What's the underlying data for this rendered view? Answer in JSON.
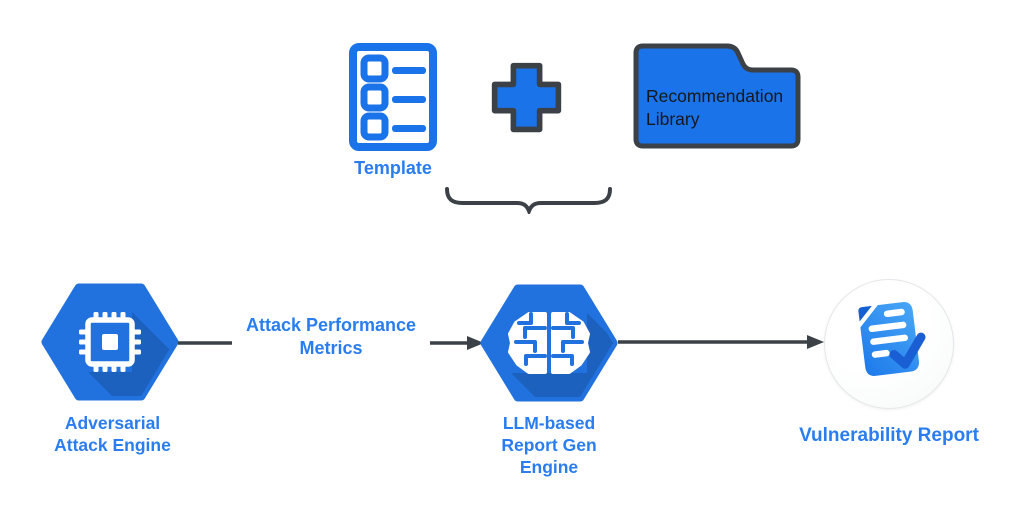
{
  "diagram": {
    "top_group": {
      "template_label": "Template",
      "library_label": "Recommendation\nLibrary"
    },
    "flow": {
      "node1_label": "Adversarial\nAttack Engine",
      "edge1_label": "Attack Performance\nMetrics",
      "node2_label": "LLM-based\nReport Gen\nEngine",
      "node3_label": "Vulnerability Report"
    },
    "icons": {
      "template": "checklist-document-icon",
      "combine": "plus-icon",
      "library": "folder-icon",
      "group": "curly-brace-down",
      "node1": "processor-chip-hexagon-icon",
      "node2": "circuit-brain-hexagon-icon",
      "node3": "document-checkmark-circle-icon",
      "edges": "right-arrow"
    },
    "colors": {
      "icon_blue": "#1a73e8",
      "hexagon_blue": "#2171de",
      "outline_dark": "#3b4147",
      "label_blue": "#2a7df0",
      "folder_text": "#16181c",
      "doc_blue_light": "#49a7f6",
      "doc_blue": "#1d79ea",
      "doc_fold": "#1560d0",
      "check_blue": "#1a5ed4",
      "circle_bg": "#fafbfb",
      "page_bg": "#ffffff"
    }
  }
}
